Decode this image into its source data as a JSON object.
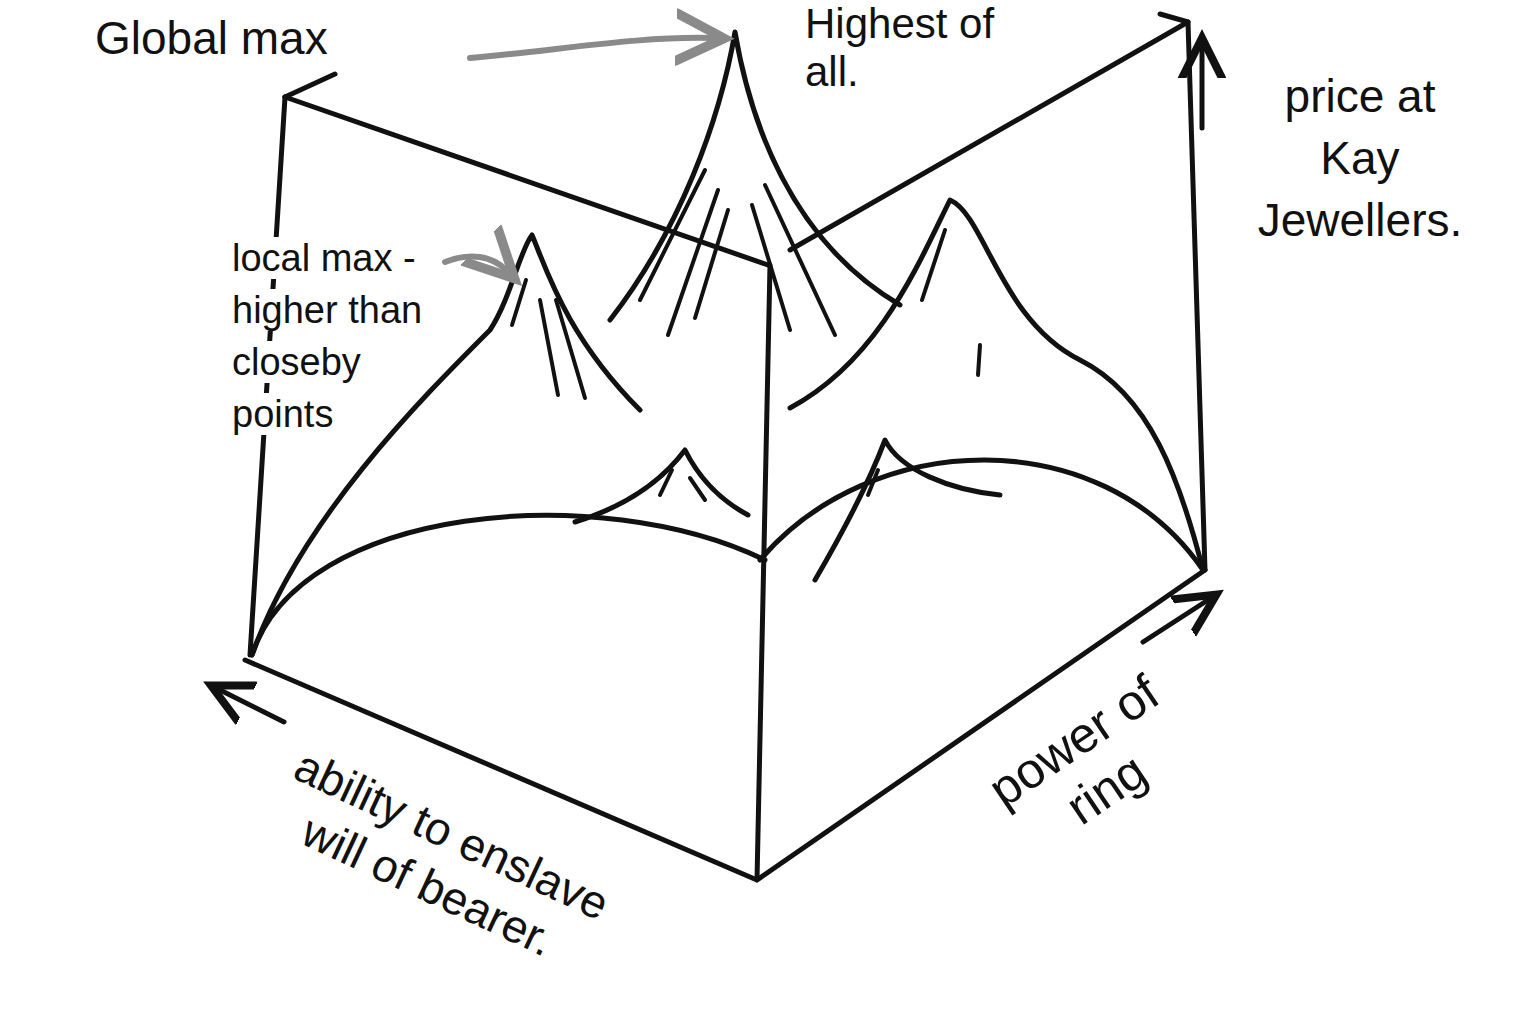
{
  "diagram": {
    "labels": [
      "Global max",
      "Highest of all.",
      "local max - higher than closeby points",
      "price at Kay Jewellers.",
      "ability to enslave will of bearer.",
      "power of ring"
    ]
  }
}
